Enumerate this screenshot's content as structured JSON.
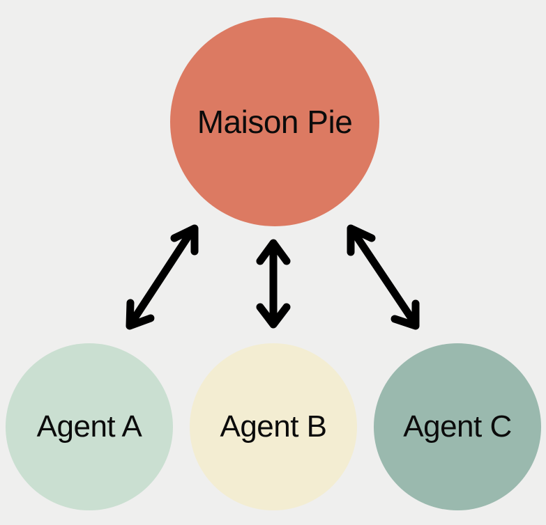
{
  "diagram": {
    "center": {
      "label": "Maison Pie",
      "color": "#dc7a62"
    },
    "agents": [
      {
        "label": "Agent A",
        "color": "#cadfd1"
      },
      {
        "label": "Agent B",
        "color": "#f3edd2"
      },
      {
        "label": "Agent C",
        "color": "#9ab9ae"
      }
    ],
    "connections": [
      {
        "from": "Maison Pie",
        "to": "Agent A",
        "type": "bidirectional"
      },
      {
        "from": "Maison Pie",
        "to": "Agent B",
        "type": "bidirectional"
      },
      {
        "from": "Maison Pie",
        "to": "Agent C",
        "type": "bidirectional"
      }
    ],
    "arrow_color": "#000000",
    "background": "#efefee"
  }
}
